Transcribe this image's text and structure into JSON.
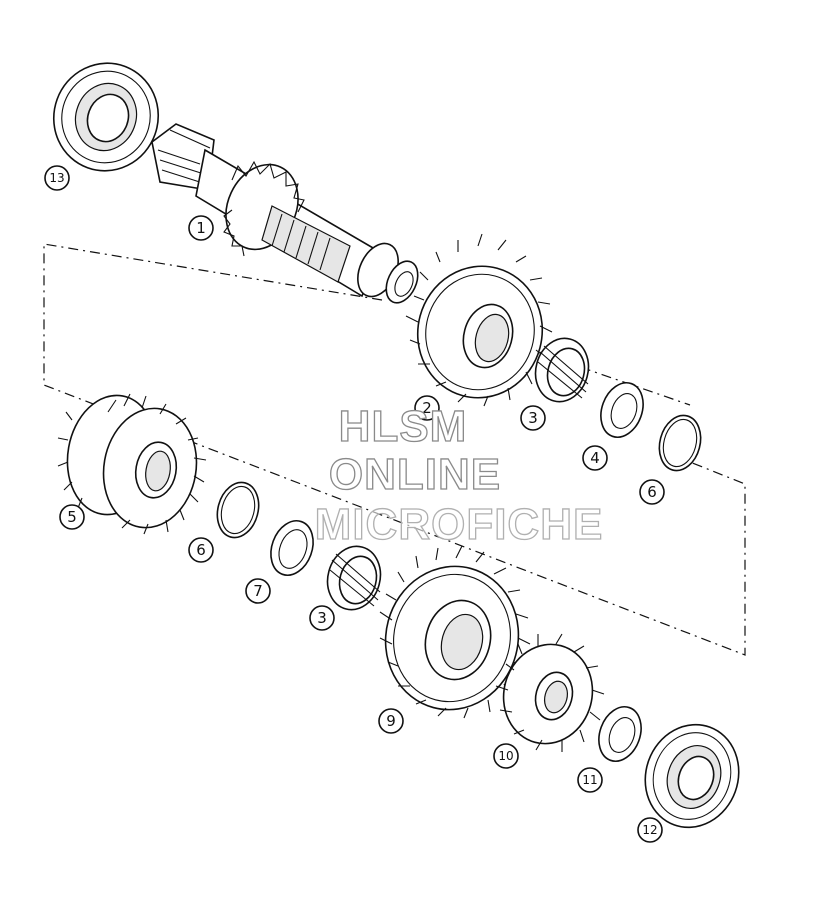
{
  "watermark": {
    "line1": "HLSM",
    "line2": "ONLINE",
    "line3": "MICROFICHE"
  },
  "callouts": [
    {
      "id": "1",
      "label": "1"
    },
    {
      "id": "2",
      "label": "2"
    },
    {
      "id": "3a",
      "label": "3"
    },
    {
      "id": "3b",
      "label": "3"
    },
    {
      "id": "4",
      "label": "4"
    },
    {
      "id": "5",
      "label": "5"
    },
    {
      "id": "6a",
      "label": "6"
    },
    {
      "id": "6b",
      "label": "6"
    },
    {
      "id": "7",
      "label": "7"
    },
    {
      "id": "9",
      "label": "9"
    },
    {
      "id": "10",
      "label": "10"
    },
    {
      "id": "11",
      "label": "11"
    },
    {
      "id": "12",
      "label": "12"
    },
    {
      "id": "13",
      "label": "13"
    }
  ]
}
